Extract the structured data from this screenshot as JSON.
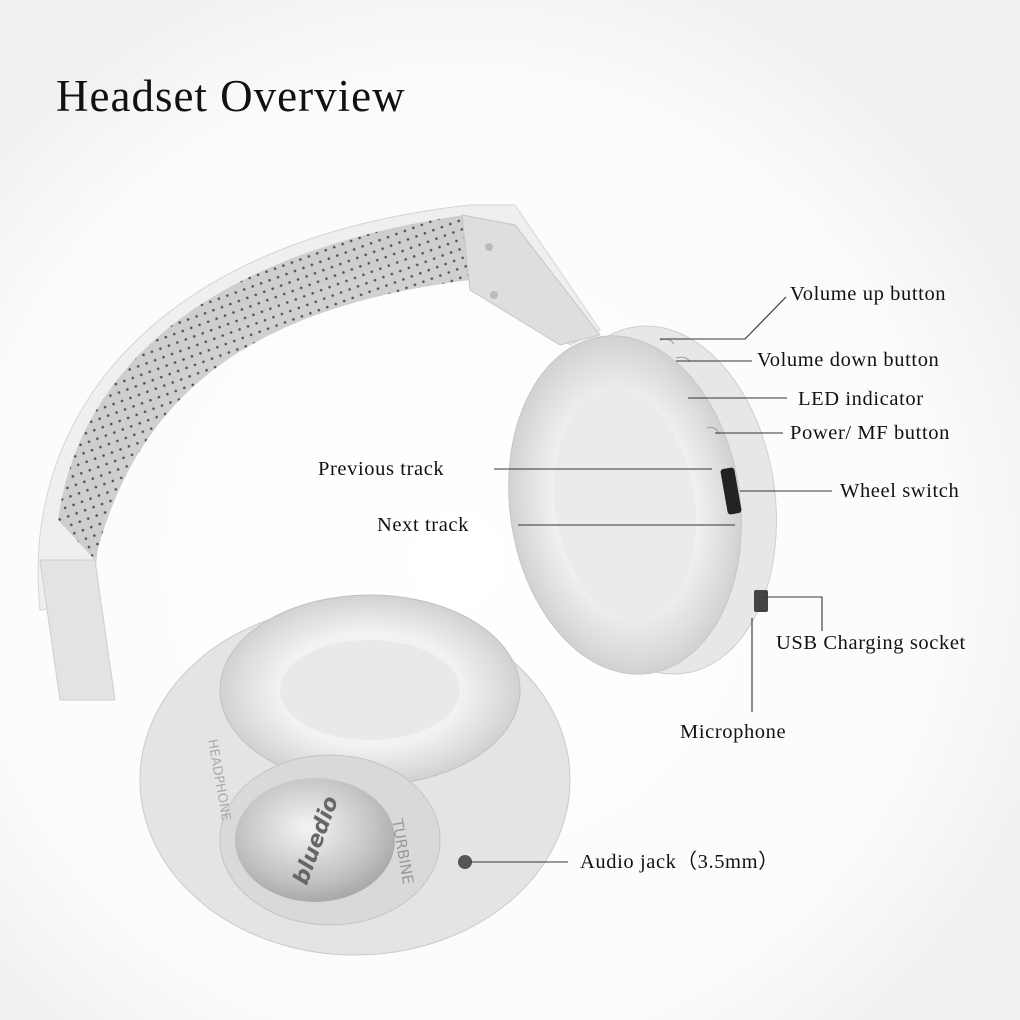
{
  "title": "Headset Overview",
  "labels": {
    "volume_up": "Volume up button",
    "volume_down": "Volume down button",
    "led": "LED indicator",
    "power": "Power/ MF button",
    "previous": "Previous track",
    "wheel": "Wheel switch",
    "next": "Next track",
    "usb": "USB Charging socket",
    "microphone": "Microphone",
    "audio_jack": "Audio jack（3.5mm）"
  },
  "product_lettering": {
    "logo": "bluedio",
    "model": "TURBINE",
    "side": "HEADPHONE"
  },
  "colors": {
    "text": "#111111",
    "leader_line": "#333333",
    "product_body": "#e9e9e9"
  }
}
